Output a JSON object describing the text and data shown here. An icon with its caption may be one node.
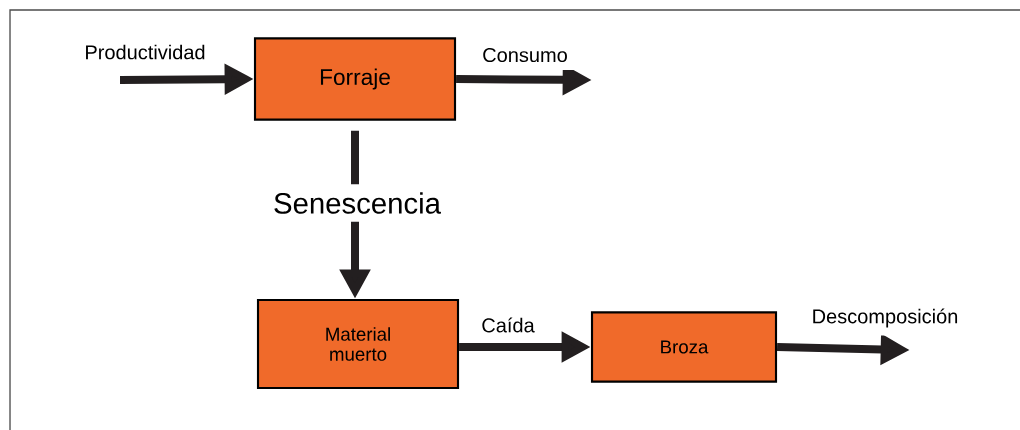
{
  "diagram": {
    "nodes": [
      {
        "text": [
          "Forraje"
        ]
      },
      {
        "text": [
          "Material muerto"
        ]
      },
      {
        "text": [
          "Broza"
        ]
      }
    ],
    "edges": [
      {
        "from": null,
        "to": 0,
        "arrow": "to",
        "label": "Productividad"
      },
      {
        "from": 0,
        "to": null,
        "arrow": "to",
        "label": "Consumo"
      },
      {
        "from": 0,
        "to": 1,
        "arrow": "to",
        "label": "Senescencia"
      },
      {
        "from": 1,
        "to": 2,
        "arrow": "to",
        "label": "Caída"
      },
      {
        "from": 2,
        "to": null,
        "arrow": "to",
        "label": "Descomposición"
      }
    ]
  }
}
